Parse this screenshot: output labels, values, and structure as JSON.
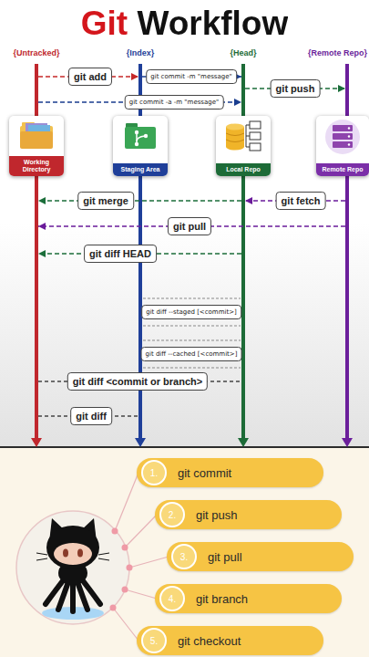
{
  "diagram": {
    "title": "Git Workflow",
    "nodes": [
      {
        "text": [
          "{Untracked}"
        ]
      },
      {
        "text": [
          "Working Directory"
        ],
        "in": 0
      },
      {
        "text": [
          "{Index}"
        ]
      },
      {
        "text": [
          "Staging Area"
        ],
        "in": 2
      },
      {
        "text": [
          "{Head}"
        ]
      },
      {
        "text": [
          "Local Repo"
        ],
        "in": 4
      },
      {
        "text": [
          "{Remote Repo}"
        ]
      },
      {
        "text": [
          "Remote Repo"
        ],
        "in": 6
      },
      {
        "text": [
          "1.",
          "git commit"
        ]
      },
      {
        "text": [
          "2.",
          "git push"
        ]
      },
      {
        "text": [
          "3.",
          "git pull"
        ]
      },
      {
        "text": [
          "4.",
          "git branch"
        ]
      },
      {
        "text": [
          "5.",
          "git checkout"
        ]
      }
    ],
    "edges": [
      {
        "from": 0,
        "to": 2,
        "label": "git add",
        "arrow": "to"
      },
      {
        "from": 2,
        "to": 4,
        "label": "git commit -m \"message\"",
        "arrow": "to"
      },
      {
        "from": 0,
        "to": 4,
        "label": "git commit -a -m \"message\"",
        "arrow": "to"
      },
      {
        "from": 4,
        "to": 6,
        "label": "git push",
        "arrow": "to"
      },
      {
        "from": 6,
        "to": 4,
        "label": "git fetch",
        "arrow": "to"
      },
      {
        "from": 4,
        "to": 0,
        "label": "git merge",
        "arrow": "to"
      },
      {
        "from": 6,
        "to": 0,
        "label": "git pull",
        "arrow": "to"
      },
      {
        "from": 4,
        "to": 0,
        "label": "git diff HEAD",
        "arrow": "to"
      },
      {
        "from": 2,
        "to": 4,
        "label": "git diff --staged [<commit>]",
        "arrow": "none"
      },
      {
        "from": 2,
        "to": 4,
        "label": "git diff --cached [<commit>]",
        "arrow": "none"
      },
      {
        "from": 0,
        "to": 4,
        "label": "git diff <commit or branch>",
        "arrow": "none"
      },
      {
        "from": 0,
        "to": 2,
        "label": "git diff",
        "arrow": "none"
      }
    ]
  }
}
